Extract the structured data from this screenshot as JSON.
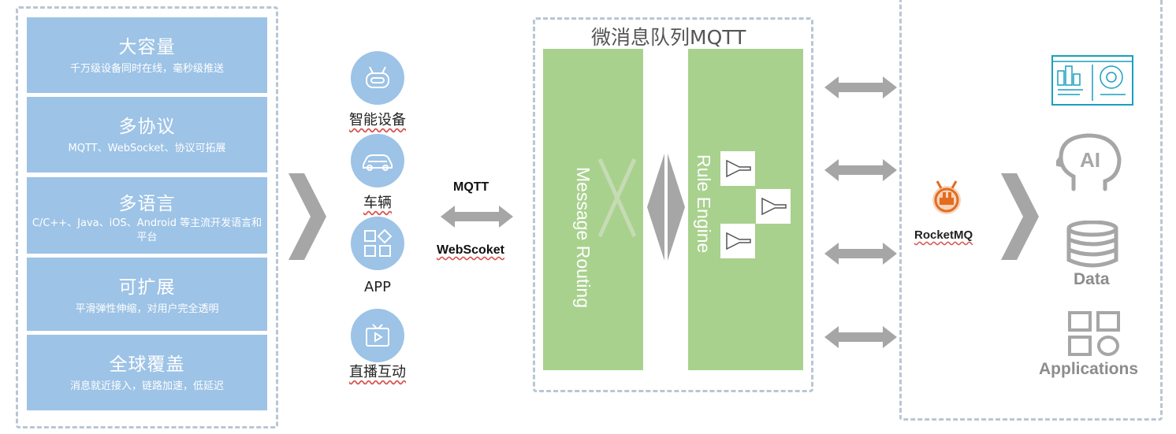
{
  "features": [
    {
      "title": "大容量",
      "desc": "千万级设备同时在线，毫秒级推送"
    },
    {
      "title": "多协议",
      "desc": "MQTT、WebSocket、协议可拓展"
    },
    {
      "title": "多语言",
      "desc": "C/C++、Java、iOS、Android 等主流开发语言和平台"
    },
    {
      "title": "可扩展",
      "desc": "平滑弹性伸缩，对用户完全透明"
    },
    {
      "title": "全球覆盖",
      "desc": "消息就近接入，链路加速，低延迟"
    }
  ],
  "devices": [
    {
      "label": "智能设备",
      "icon": "robot-icon"
    },
    {
      "label": "车辆",
      "icon": "car-icon"
    },
    {
      "label": "APP",
      "icon": "app-grid-icon"
    },
    {
      "label": "直播互动",
      "icon": "tv-icon"
    }
  ],
  "protocols": {
    "top": "MQTT",
    "bottom": "WebScoket"
  },
  "mqtt": {
    "title": "微消息队列MQTT",
    "message_routing": "Message Routing",
    "rule_engine": "Rule Engine"
  },
  "rocketmq": {
    "label": "RocketMQ"
  },
  "outputs": {
    "data": "Data",
    "applications": "Applications"
  },
  "colors": {
    "feature_blue": "#9dc3e6",
    "green": "#a9d18e",
    "orange": "#e46c1f",
    "gray": "#a6a6a6",
    "teal": "#1a9fc0"
  }
}
